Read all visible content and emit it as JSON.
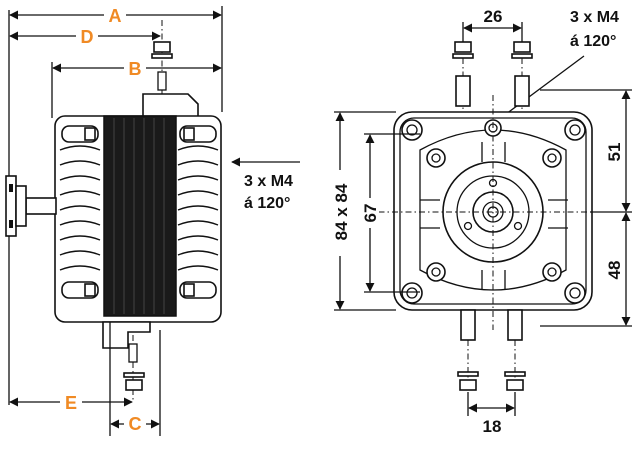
{
  "labels": {
    "A": "A",
    "B": "B",
    "C": "C",
    "D": "D",
    "E": "E"
  },
  "dimensions": {
    "top_spacing": "26",
    "bottom_spacing": "18",
    "right_upper": "51",
    "right_lower": "48",
    "height_outer": "84 x 84",
    "height_inner": "67"
  },
  "notes": {
    "side_screws_line1": "3 x M4",
    "side_screws_line2": "á 120°",
    "front_screws_line1": "3 x M4",
    "front_screws_line2": "á 120°"
  },
  "colors": {
    "label_accent": "#f08a24",
    "line": "#111111"
  }
}
